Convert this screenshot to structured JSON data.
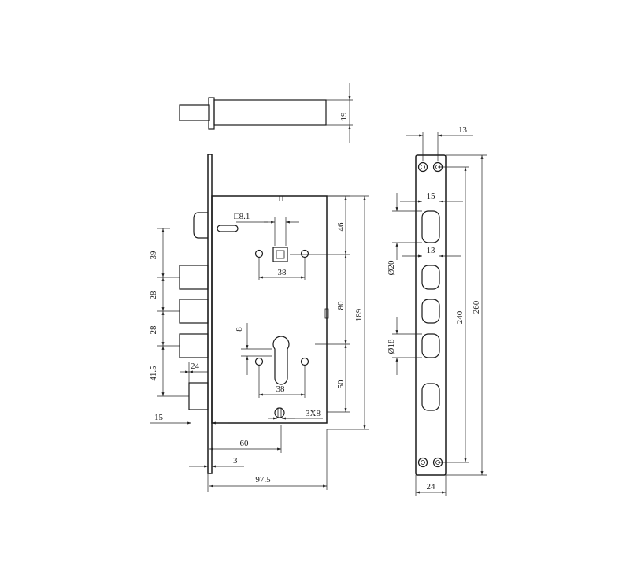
{
  "labels": {
    "spindle_square": "□8.1",
    "bolt_width": "19",
    "spindle_to_edge": "46",
    "spindle_to_cyl": "80",
    "cyl_to_bottom": "50",
    "body_height": "189",
    "latch_pitch_top": "39",
    "latch_pitch_1": "28",
    "latch_pitch_2": "28",
    "latch_pitch_3": "41.5",
    "deadbolt_width": "24",
    "spindle_holes": "38",
    "cyl_offset": "8",
    "cyl_holes": "38",
    "screw_slot": "3X8",
    "faceplate_thickness": "15",
    "backset": "60",
    "plate_offset": "3",
    "case_depth": "97.5",
    "strike_top_width": "13",
    "strike_hole_width": "15",
    "strike_slot_width": "13",
    "strike_dia_large": "Ø20",
    "strike_dia_small": "Ø18",
    "strike_inner": "240",
    "strike_outer": "260",
    "strike_width": "24"
  }
}
